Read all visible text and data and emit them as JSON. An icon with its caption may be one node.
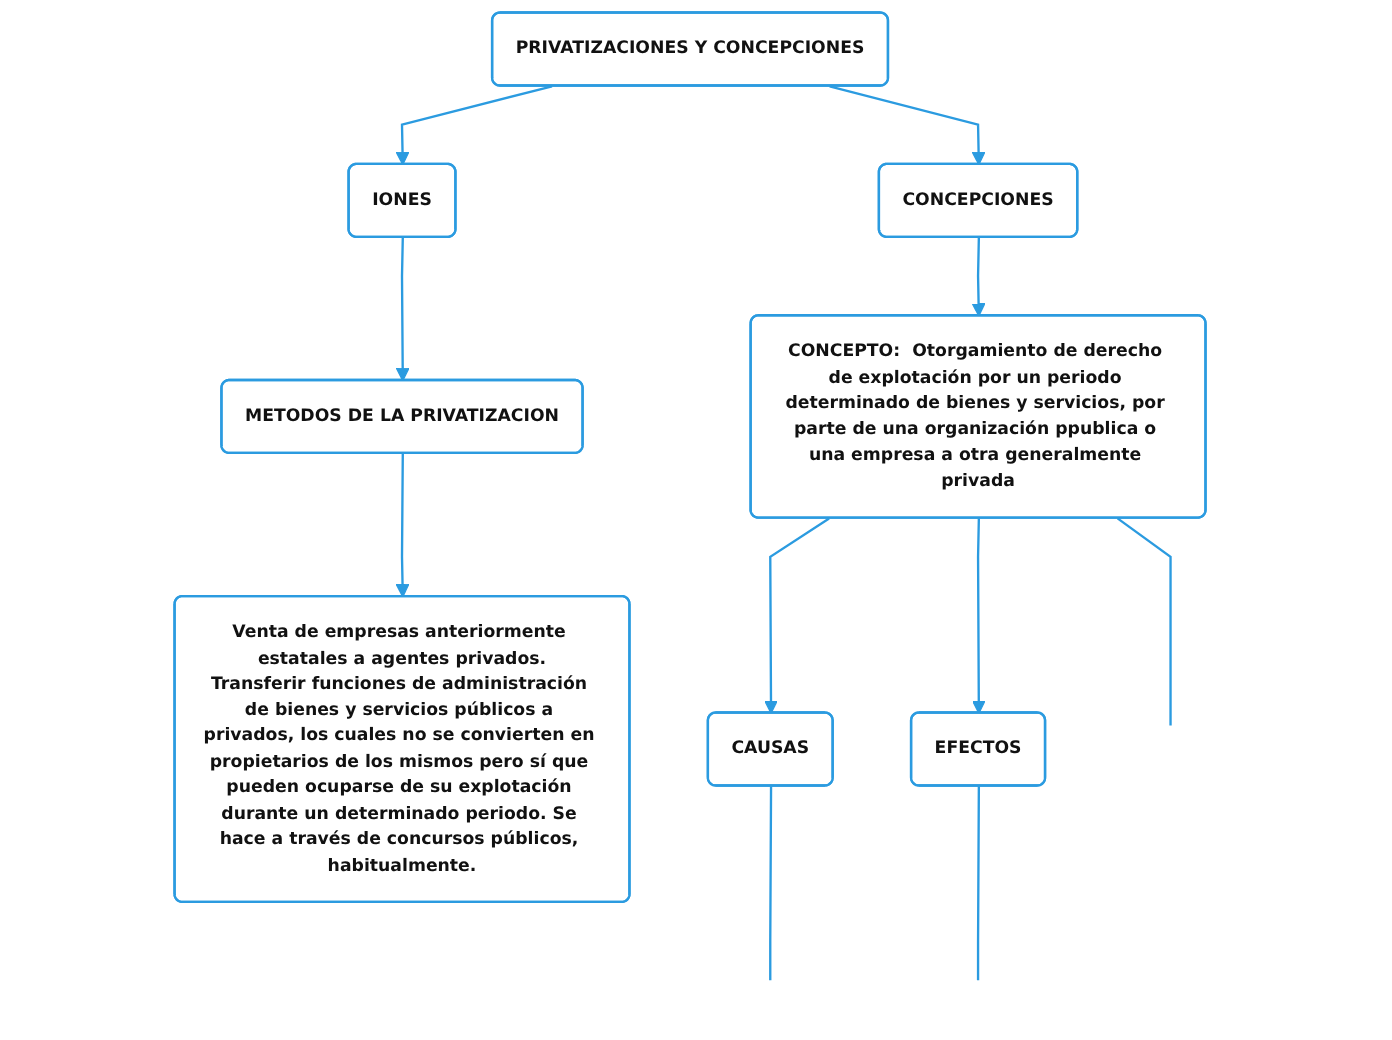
{
  "diagram": {
    "nodes": [
      {
        "text": [
          "PRIVATIZACIONES Y CONCEPCIONES"
        ]
      },
      {
        "text": [
          "IONES"
        ]
      },
      {
        "text": [
          "CONCEPCIONES"
        ]
      },
      {
        "text": [
          "METODOS DE LA PRIVATIZACION"
        ]
      },
      {
        "text": [
          "CONCEPTO:  Otorgamiento de derecho de explotación por un periodo determinado de bienes y servicios, por parte de una organización ppublica o una empresa a otra generalmente privada"
        ]
      },
      {
        "text": [
          "Venta de empresas anteriormente estatales a agentes privados.",
          "Transferir funciones de administración de bienes y servicios públicos a privados, los cuales no se convierten en propietarios de los mismos pero sí que pueden ocuparse de su explotación durante un determinado periodo. Se hace a través de concursos públicos, habitualmente."
        ]
      },
      {
        "text": [
          "CAUSAS"
        ]
      },
      {
        "text": [
          "EFECTOS"
        ]
      }
    ],
    "edges": [
      {
        "from": 0,
        "to": 1,
        "arrow": "to"
      },
      {
        "from": 0,
        "to": 2,
        "arrow": "to"
      },
      {
        "from": 1,
        "to": 3,
        "arrow": "to"
      },
      {
        "from": 2,
        "to": 4,
        "arrow": "to"
      },
      {
        "from": 3,
        "to": 5,
        "arrow": "to"
      },
      {
        "from": 4,
        "to": 6,
        "arrow": "to"
      },
      {
        "from": 4,
        "to": 7,
        "arrow": "to"
      },
      {
        "from": 4,
        "to": null,
        "arrow": "none"
      },
      {
        "from": 6,
        "to": null,
        "arrow": "none"
      },
      {
        "from": 7,
        "to": null,
        "arrow": "none"
      }
    ]
  }
}
